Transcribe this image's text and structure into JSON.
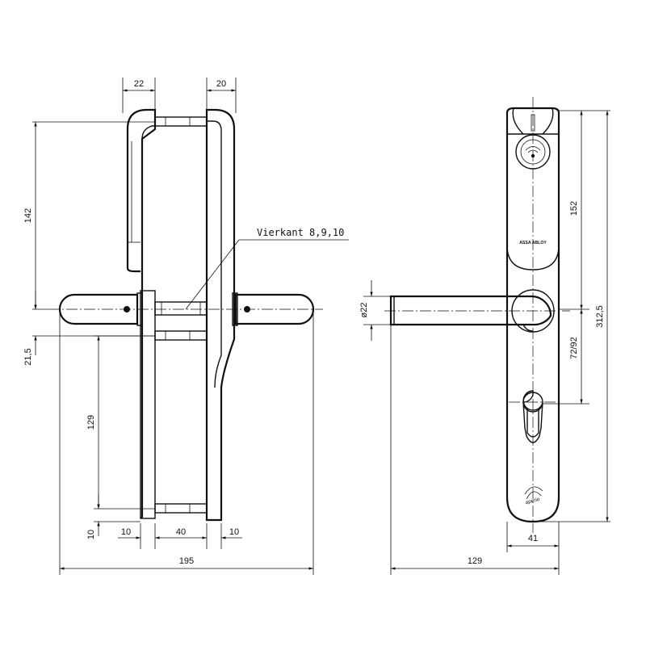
{
  "side_view": {
    "dims": {
      "top_left": "22",
      "top_right": "20",
      "height_142": "142",
      "offset_21_5": "21,5",
      "height_129": "129",
      "bottom_10_left": "10",
      "bottom_10a": "10",
      "bottom_40": "40",
      "bottom_10b": "10",
      "total_195": "195"
    },
    "spindle_label": "Vierkant 8,9,10"
  },
  "front_view": {
    "dims": {
      "dia_22": "ø22",
      "height_152": "152",
      "height_312_5": "312,5",
      "dist_72_92": "72/92",
      "width_41": "41",
      "length_129": "129"
    },
    "brand_text": "ASSA ABLOY",
    "logo_text": "aperio"
  },
  "icons": [
    "rfid-reader-icon",
    "aperio-logo-icon",
    "cylinder-keyhole-icon"
  ]
}
